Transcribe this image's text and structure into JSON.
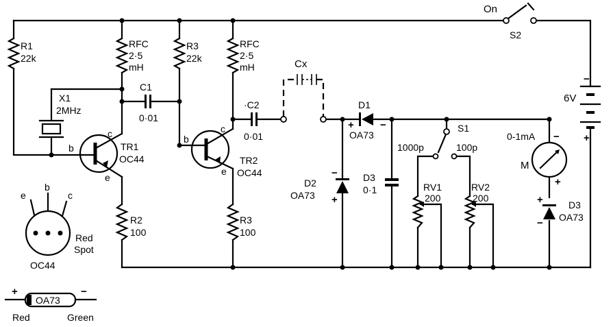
{
  "components": {
    "r1": {
      "ref": "R1",
      "value": "22k"
    },
    "rfc1": {
      "ref": "RFC",
      "value1": "2·5",
      "value2": "mH"
    },
    "x1": {
      "ref": "X1",
      "value": "2MHz"
    },
    "tr1": {
      "ref": "TR1",
      "type": "OC44"
    },
    "r2": {
      "ref": "R2",
      "value": "100"
    },
    "c1": {
      "ref": "C1",
      "value": "0·01"
    },
    "r3a": {
      "ref": "R3",
      "value": "22k"
    },
    "rfc2": {
      "ref": "RFC",
      "value1": "2·5",
      "value2": "mH"
    },
    "tr2": {
      "ref": "TR2",
      "type": "OC44"
    },
    "r3b": {
      "ref": "R3",
      "value": "100"
    },
    "c2": {
      "ref": "·C2",
      "value": "0·01"
    },
    "cx": {
      "ref": "Cx"
    },
    "d1": {
      "ref": "D1",
      "type": "OA73"
    },
    "d2": {
      "ref": "D2",
      "type": "OA73"
    },
    "d3c": {
      "ref": "D3",
      "value": "0·1"
    },
    "s1": {
      "ref": "S1",
      "pos1": "1000p",
      "pos2": "100p"
    },
    "rv1": {
      "ref": "RV1",
      "value": "200"
    },
    "rv2": {
      "ref": "RV2",
      "value": "200"
    },
    "meter": {
      "ref": "M",
      "range": "0-1mA"
    },
    "d3": {
      "ref": "D3",
      "type": "OA73"
    },
    "s2": {
      "ref": "S2",
      "state": "On"
    },
    "battery": {
      "voltage": "6V"
    }
  },
  "pin_diagram": {
    "type": "OC44",
    "pins": [
      "e",
      "b",
      "c"
    ],
    "mark1": "Red",
    "mark2": "Spot"
  },
  "diode_marking": {
    "type": "OA73",
    "left_color": "Red",
    "right_color": "Green"
  },
  "polarity": {
    "plus": "+",
    "minus": "−"
  },
  "transistor_pins": {
    "b": "b",
    "c": "c",
    "e": "e"
  }
}
